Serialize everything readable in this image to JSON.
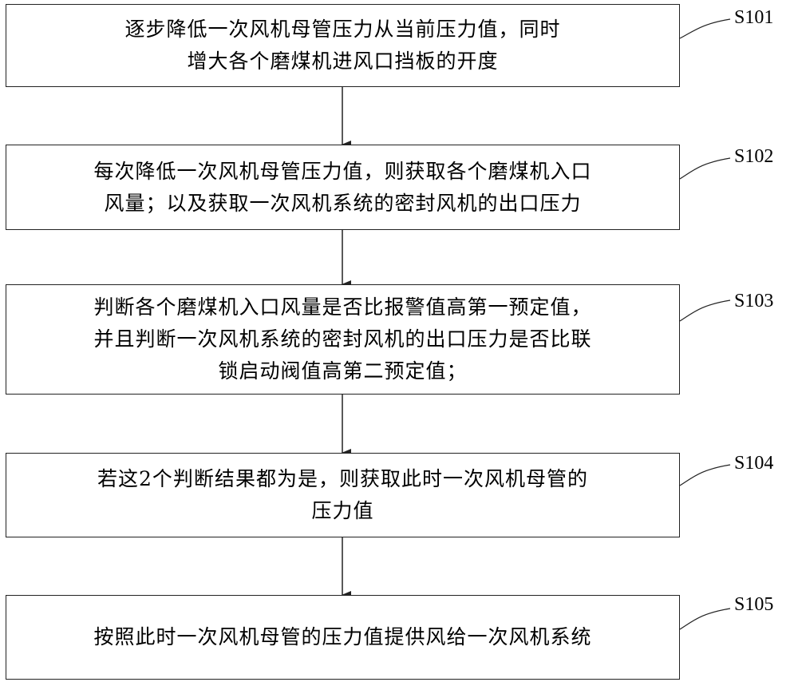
{
  "steps": [
    {
      "label": "S101",
      "text": "逐步降低一次风机母管压力从当前压力值，同时\n增大各个磨煤机进风口挡板的开度"
    },
    {
      "label": "S102",
      "text": "每次降低一次风机母管压力值，则获取各个磨煤机入口\n风量；以及获取一次风机系统的密封风机的出口压力"
    },
    {
      "label": "S103",
      "text": "判断各个磨煤机入口风量是否比报警值高第一预定值，\n并且判断一次风机系统的密封风机的出口压力是否比联\n锁启动阀值高第二预定值；"
    },
    {
      "label": "S104",
      "text": "若这2个判断结果都为是，则获取此时一次风机母管的\n压力值"
    },
    {
      "label": "S105",
      "text": "按照此时一次风机母管的压力值提供风给一次风机系统"
    }
  ]
}
